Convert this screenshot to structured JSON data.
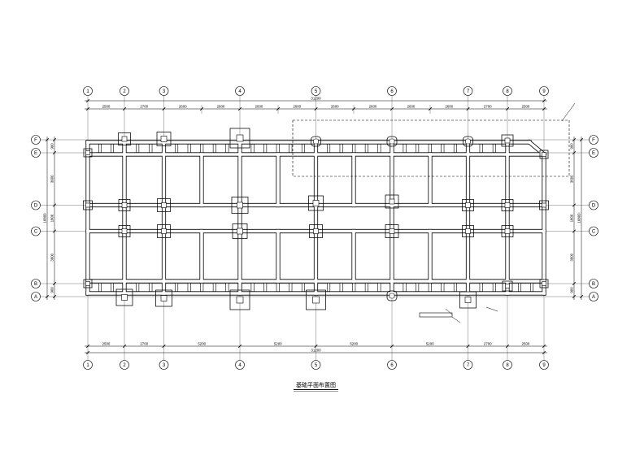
{
  "drawing": {
    "title": "基础平面布置图",
    "grid_numbers_top": [
      "1",
      "2",
      "3",
      "4",
      "5",
      "6",
      "7",
      "8",
      "9"
    ],
    "grid_numbers_bottom": [
      "1",
      "2",
      "3",
      "4",
      "5",
      "6",
      "7",
      "8",
      "9"
    ],
    "grid_letters_left": [
      "F",
      "E",
      "D",
      "C",
      "B",
      "A"
    ],
    "grid_letters_right": [
      "F",
      "E",
      "D",
      "C",
      "B",
      "A"
    ],
    "dim_top_total": "31200",
    "dim_top_segments": [
      "2500",
      "2700",
      "2600",
      "2600",
      "2600",
      "2600",
      "2600",
      "2600",
      "2600",
      "2600",
      "2700",
      "2500"
    ],
    "dim_bottom_segments": [
      "2500",
      "2700",
      "5200",
      "5200",
      "5200",
      "5200",
      "2700",
      "2500"
    ],
    "dim_bottom_total": "31200",
    "dim_left_segments": [
      "900",
      "3600",
      "1800",
      "3600",
      "900"
    ],
    "dim_left_total": "10800",
    "dim_right_segments": [
      "900",
      "3600",
      "1800",
      "3600",
      "900"
    ],
    "dim_right_total": "10800"
  }
}
